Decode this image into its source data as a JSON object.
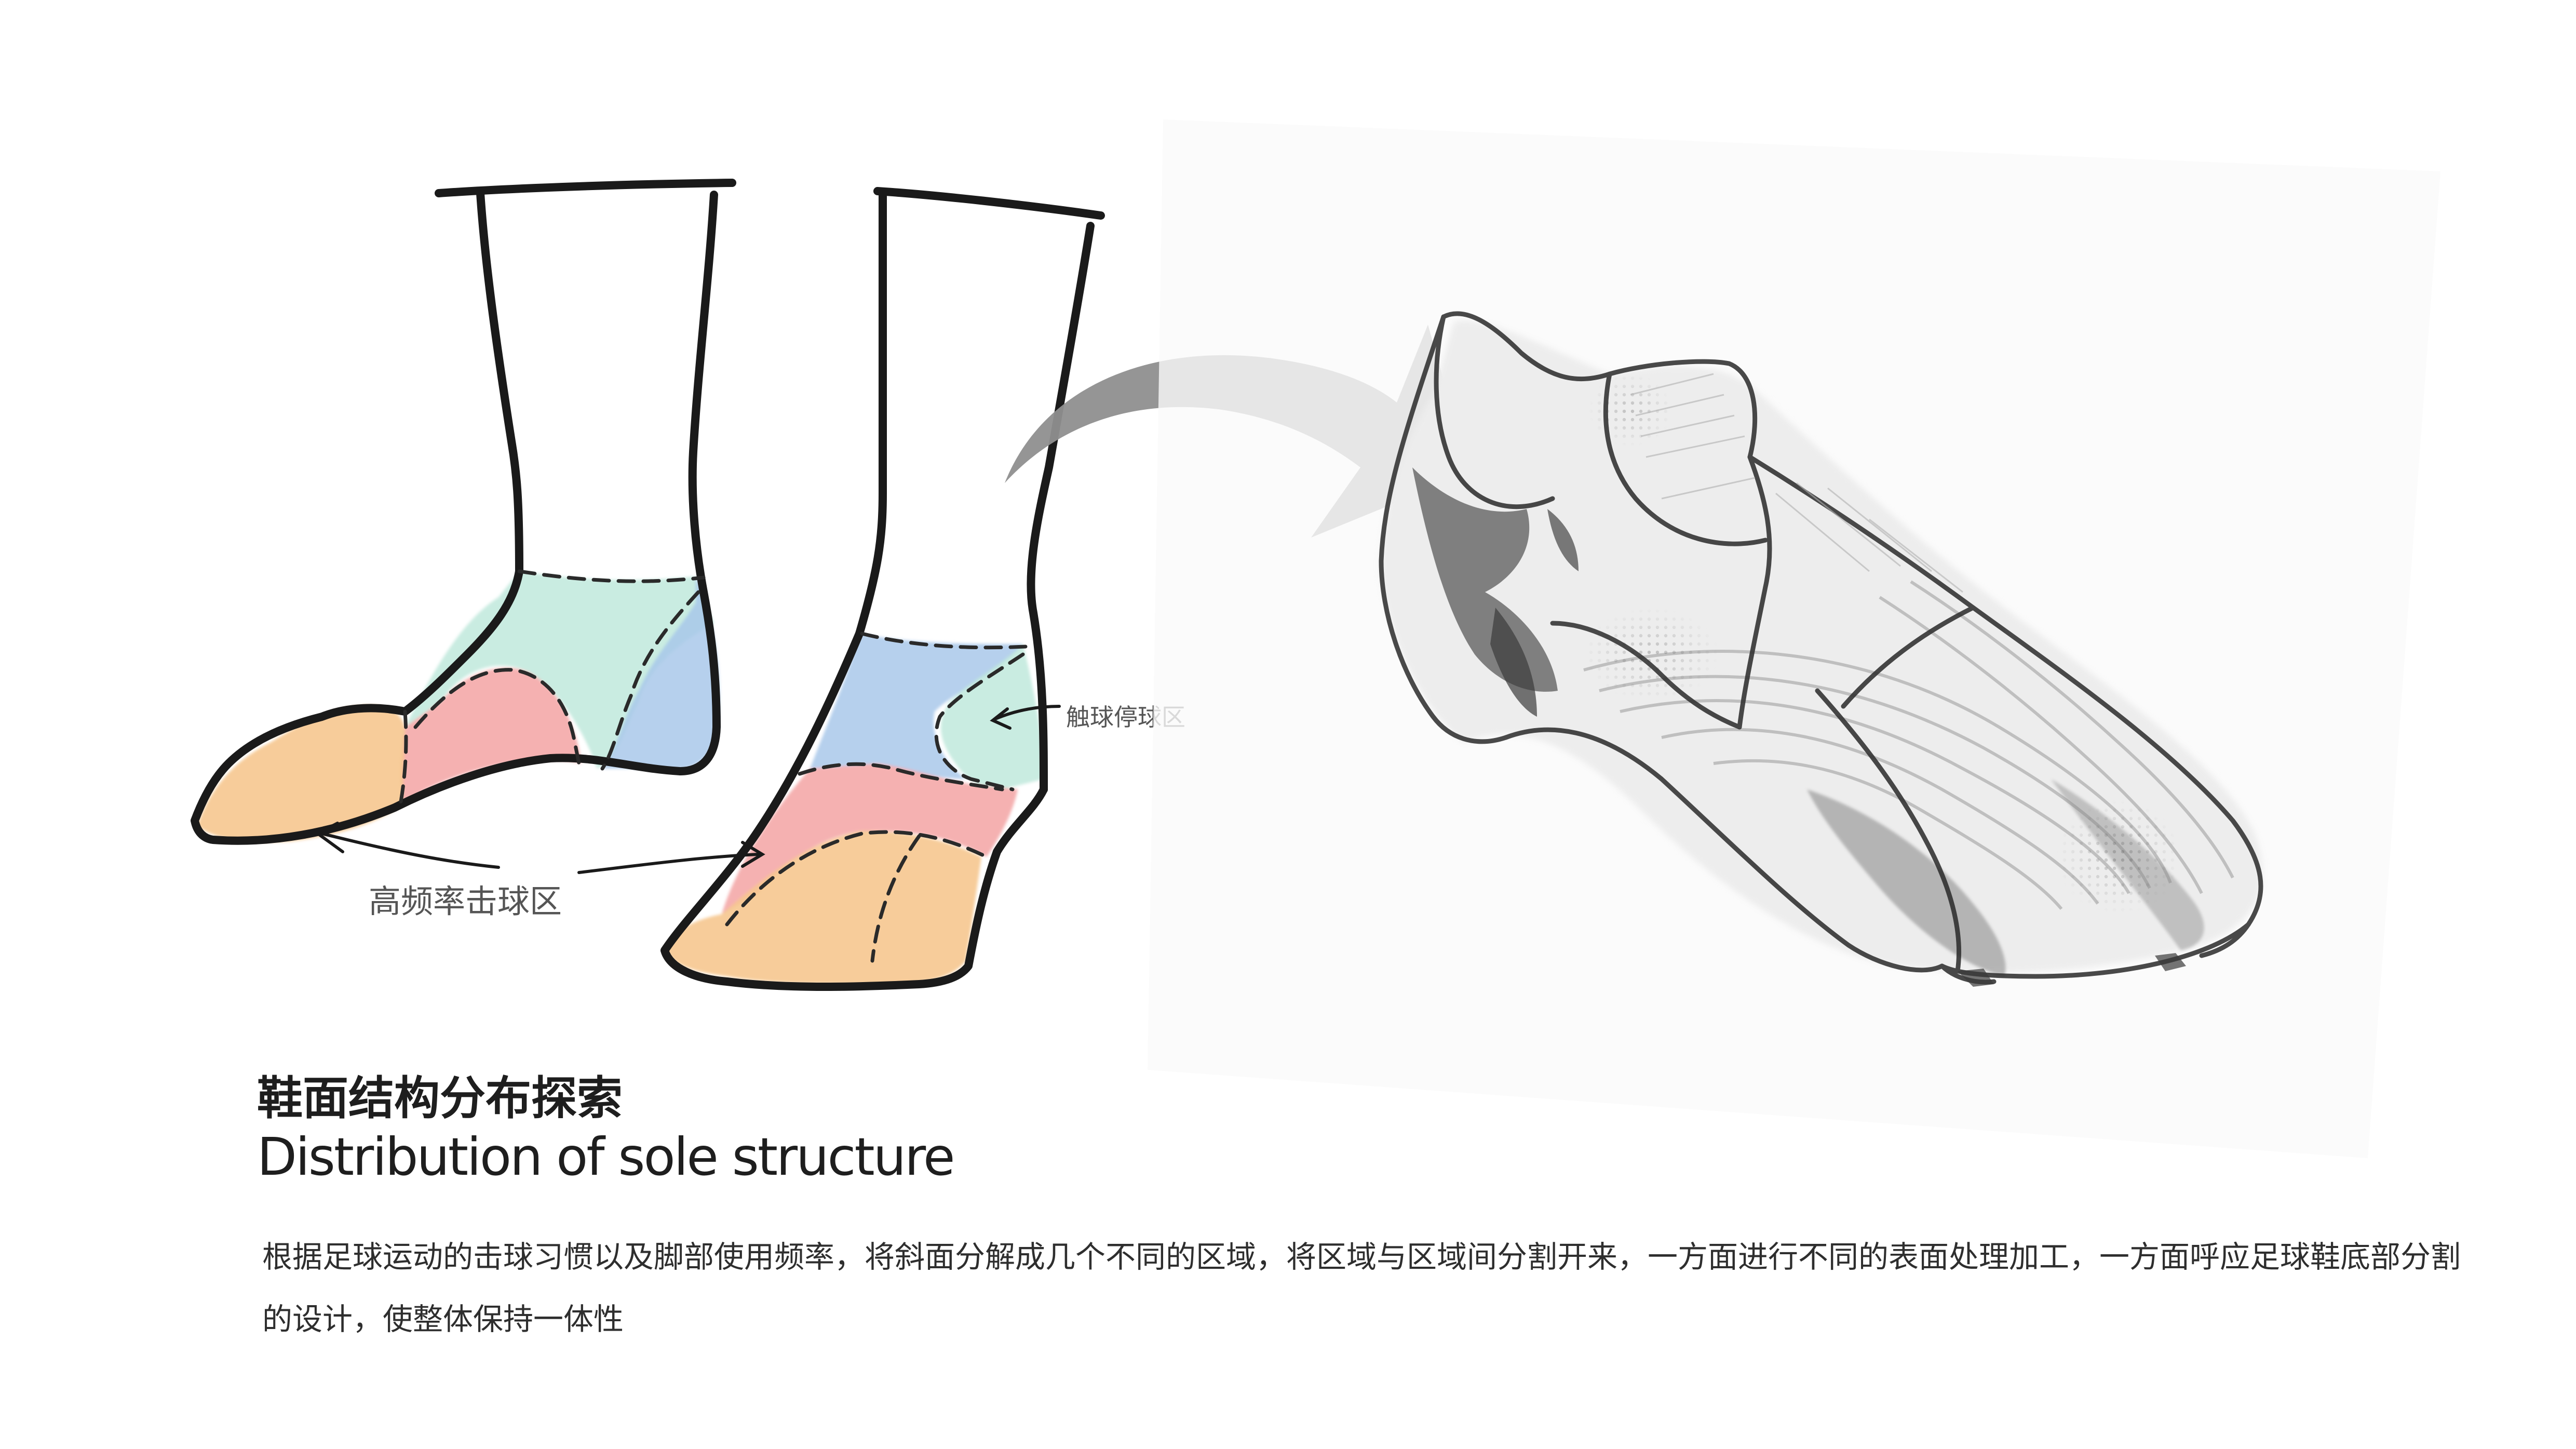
{
  "labels": {
    "high_frequency_strike_zone": "高频率击球区",
    "ball_control_zone": "触球停球区"
  },
  "title": {
    "cn": "鞋面结构分布探索",
    "en": "Distribution of sole structure"
  },
  "description": "根据足球运动的击球习惯以及脚部使用频率，将斜面分解成几个不同的区域，将区域与区域间分割开来，一方面进行不同的表面处理加工，一方面呼应足球鞋底部分割的设计，使整体保持一体性",
  "colors": {
    "zone_orange": "#f6c78f",
    "zone_red": "#f3a3a3",
    "zone_teal": "#bfe9dc",
    "zone_blue": "#a9c8ea",
    "arrow_gray": "#8f8f8f",
    "ink": "#1a1a1a"
  }
}
